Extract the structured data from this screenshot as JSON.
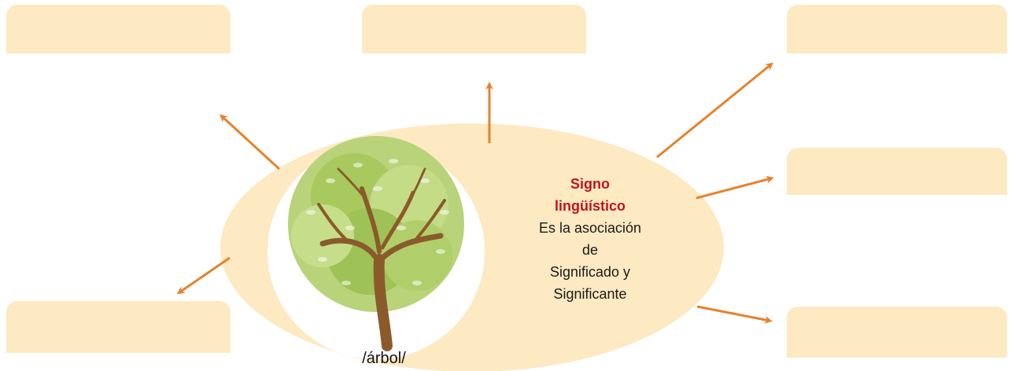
{
  "center": {
    "title_line1": "Signo",
    "title_line2": "lingüístico",
    "text_line1": "Es la asociación",
    "text_line2": "de",
    "text_line3": "Significado y",
    "text_line4": "Significante"
  },
  "caption": "/árbol/",
  "colors": {
    "box_fill": "#fde9c2",
    "arrow": "#e8822a",
    "title": "#c0141c"
  },
  "icons": {
    "image": "tree-icon"
  }
}
